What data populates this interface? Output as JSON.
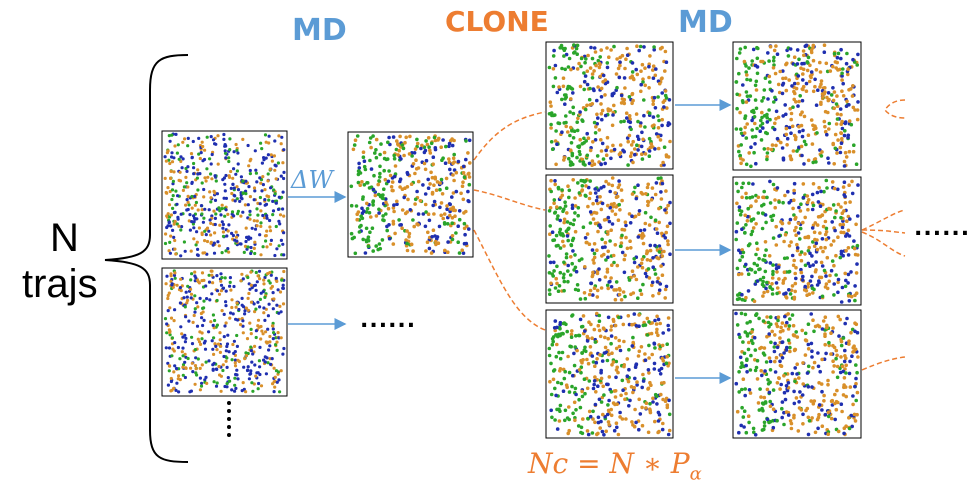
{
  "labels": {
    "md_first": "MD",
    "clone": "CLONE",
    "md_second": "MD",
    "n_line1": "N",
    "n_line2": "trajs",
    "delta_w": "ΔW",
    "nc_formula": "Nc = N ∗ P",
    "nc_subscript": "α",
    "ellipsis_mid": "......",
    "ellipsis_right": "......"
  },
  "colors": {
    "md": "#5b9bd5",
    "clone": "#ed7d31",
    "arrow": "#5b9bd5",
    "dashed": "#ed7d31",
    "particle_green": "#2aa52a",
    "particle_blue": "#1f2fb0",
    "particle_orange": "#d9902a",
    "frame": "#000000"
  },
  "icons": {
    "brace": "left-curly-brace",
    "vertical_dots": "vertical-ellipsis"
  }
}
